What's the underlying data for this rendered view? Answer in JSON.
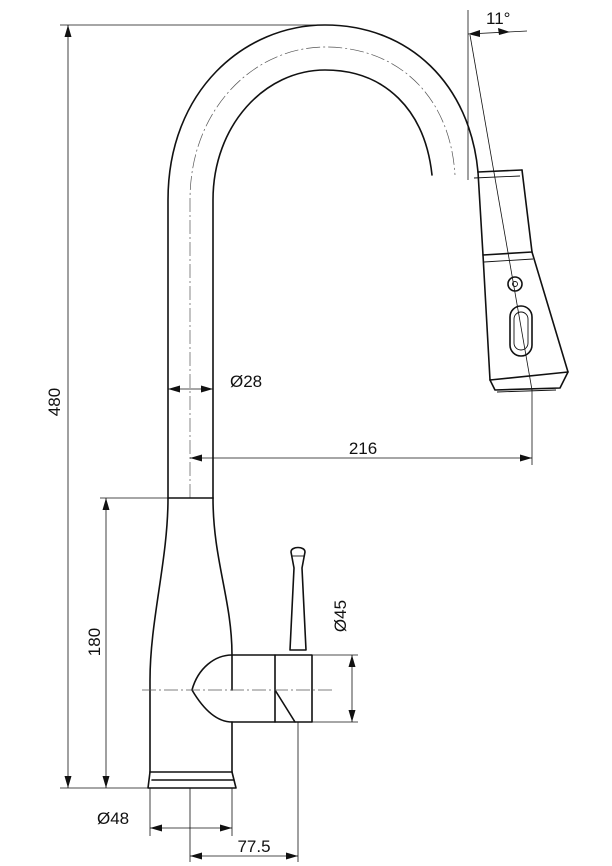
{
  "dimensions": {
    "height_total": "480",
    "height_body": "180",
    "reach": "216",
    "handle_offset": "77.5",
    "base_diameter": "Ø48",
    "spout_diameter": "Ø28",
    "handle_diameter": "Ø45",
    "spray_angle": "11°"
  }
}
